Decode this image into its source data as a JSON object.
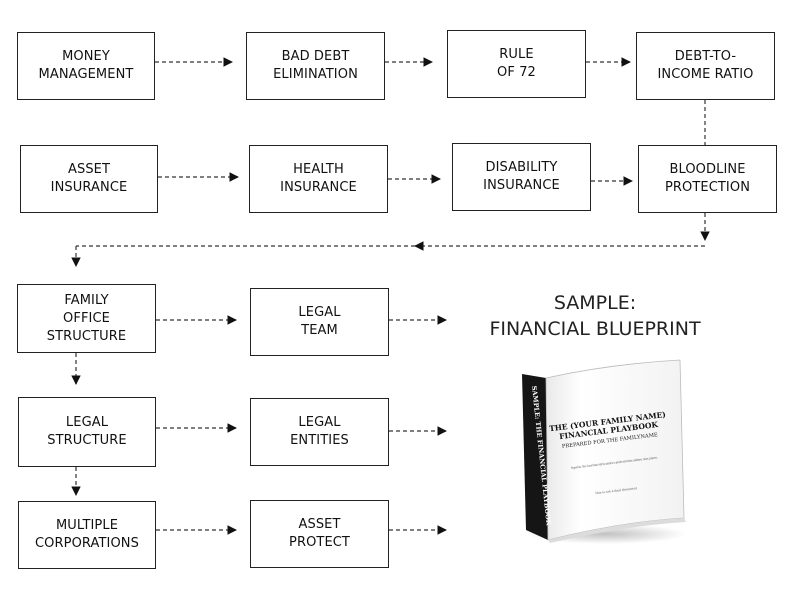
{
  "boxes": {
    "money": [
      "MONEY",
      "MANAGEMENT"
    ],
    "baddebt": [
      "BAD DEBT",
      "ELIMINATION"
    ],
    "rule72": [
      "RULE",
      "OF 72"
    ],
    "dti": [
      "DEBT-TO-",
      "INCOME RATIO"
    ],
    "asset_ins": [
      "ASSET",
      "INSURANCE"
    ],
    "health": [
      "HEALTH",
      "INSURANCE"
    ],
    "disability": [
      "DISABILITY",
      "INSURANCE"
    ],
    "bloodline": [
      "BLOODLINE",
      "PROTECTION"
    ],
    "family": [
      "FAMILY",
      "OFFICE",
      "STRUCTURE"
    ],
    "legalteam": [
      "LEGAL",
      "TEAM"
    ],
    "legalstruct": [
      "LEGAL",
      "STRUCTURE"
    ],
    "entities": [
      "LEGAL",
      "ENTITIES"
    ],
    "corps": [
      "MULTIPLE",
      "CORPORATIONS"
    ],
    "protect": [
      "ASSET",
      "PROTECT"
    ]
  },
  "sample": [
    "SAMPLE:",
    "FINANCIAL BLUEPRINT"
  ],
  "book": {
    "spine": "SAMPLE: THE FINANCIAL PLAYBOOK",
    "title_1": "THE (YOUR FAMILY NAME)",
    "title_2": "FINANCIAL PLAYBOOK",
    "subtitle": "PREPARED FOR THE FAMILYNAME",
    "body": "Prepared by: (Your Coach Name) with the intention to provide instructions, guidelines, values, purposes...",
    "footer": "This is not a final document"
  }
}
